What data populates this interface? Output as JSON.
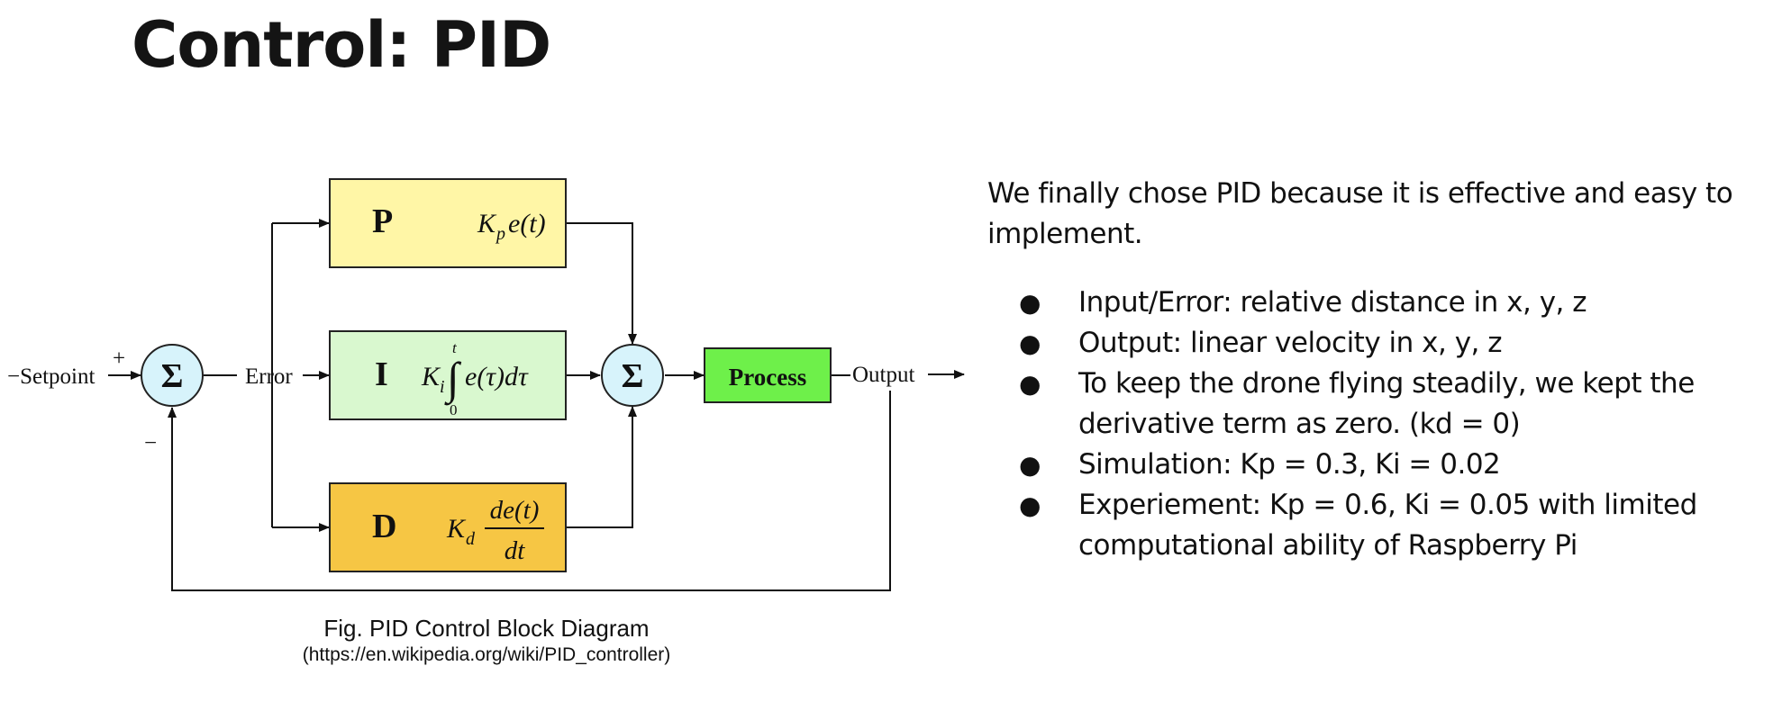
{
  "slide": {
    "title": "Control: PID"
  },
  "diagram": {
    "setpoint_label": "−Setpoint",
    "plus_sign": "+",
    "minus_sign": "−",
    "error_label": "Error",
    "output_label": "Output",
    "sum_symbol": "Σ",
    "blocks": {
      "p": {
        "letter": "P",
        "gain": "K",
        "sub": "p",
        "rest": "e(t)",
        "color": "#fff6a6"
      },
      "i": {
        "letter": "I",
        "gain": "K",
        "sub": "i",
        "integral_upper": "t",
        "integral_lower": "0",
        "rest": "e(τ)dτ",
        "color": "#d9f8cf"
      },
      "d": {
        "letter": "D",
        "gain": "K",
        "sub": "d",
        "numerator": "de(t)",
        "denominator": "dt",
        "color": "#f6c644"
      }
    },
    "process": {
      "label": "Process",
      "color": "#6ef04a"
    },
    "sum_color": "#d7f3fb"
  },
  "caption": {
    "title": "Fig. PID Control Block Diagram",
    "source": "(https://en.wikipedia.org/wiki/PID_controller)"
  },
  "content": {
    "intro": "We finally chose PID because it is effective and easy to implement.",
    "bullet_symbol": "●",
    "bullets": [
      "Input/Error: relative distance in x, y, z",
      "Output: linear velocity in x, y, z",
      "To keep the drone flying steadily, we kept the derivative term as zero. (kd = 0)",
      "Simulation: Kp = 0.3, Ki = 0.02",
      "Experiement: Kp = 0.6, Ki = 0.05 with limited computational ability of Raspberry Pi"
    ]
  }
}
